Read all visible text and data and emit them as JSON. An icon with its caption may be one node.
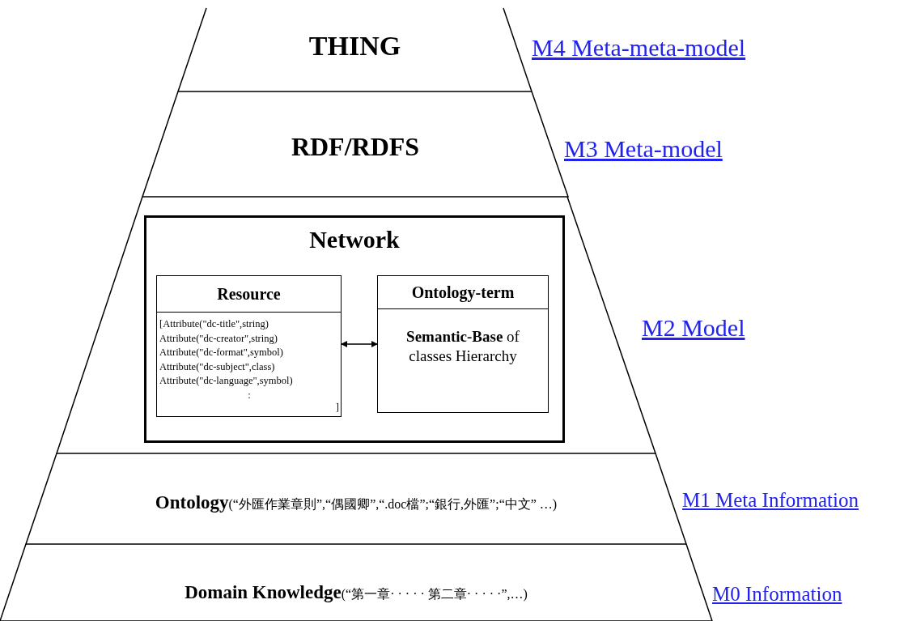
{
  "diagram": {
    "nodes": [
      {
        "text": [
          "THING"
        ],
        "beside": [
          "M4 Meta-meta-model"
        ]
      },
      {
        "text": [
          "RDF/RDFS"
        ],
        "beside": [
          "M3 Meta-model"
        ]
      },
      {
        "text": [],
        "shape": "band",
        "beside": [
          "M2 Model"
        ]
      },
      {
        "text": [
          "Network"
        ],
        "in": 2
      },
      {
        "text": [
          "Resource",
          "[Attribute(\"dc-title\",string)",
          "Attribute(\"dc-creator\",string)",
          "Attribute(\"dc-format\",symbol)",
          "Attribute(\"dc-subject\",class)",
          "Attribute(\"dc-language\",symbol)",
          ":",
          "]"
        ],
        "in": 3
      },
      {
        "text": [
          "Ontology-term",
          "**Semantic-Base** of classes Hierarchy"
        ],
        "in": 3
      },
      {
        "text": [
          "**Ontology**(“外匯作業章則”,“偶國卿”,“.doc檔”;“銀行,外匯”;“中文” …)"
        ],
        "beside": [
          "M1 Meta Information"
        ]
      },
      {
        "text": [
          "**Domain Knowledge**(“第一章· · · · · 第二章· · · · ·”,…)"
        ],
        "beside": [
          "M0 Information"
        ]
      }
    ],
    "edges": [
      {
        "from": 4,
        "to": 5,
        "arrow": "both"
      }
    ]
  }
}
